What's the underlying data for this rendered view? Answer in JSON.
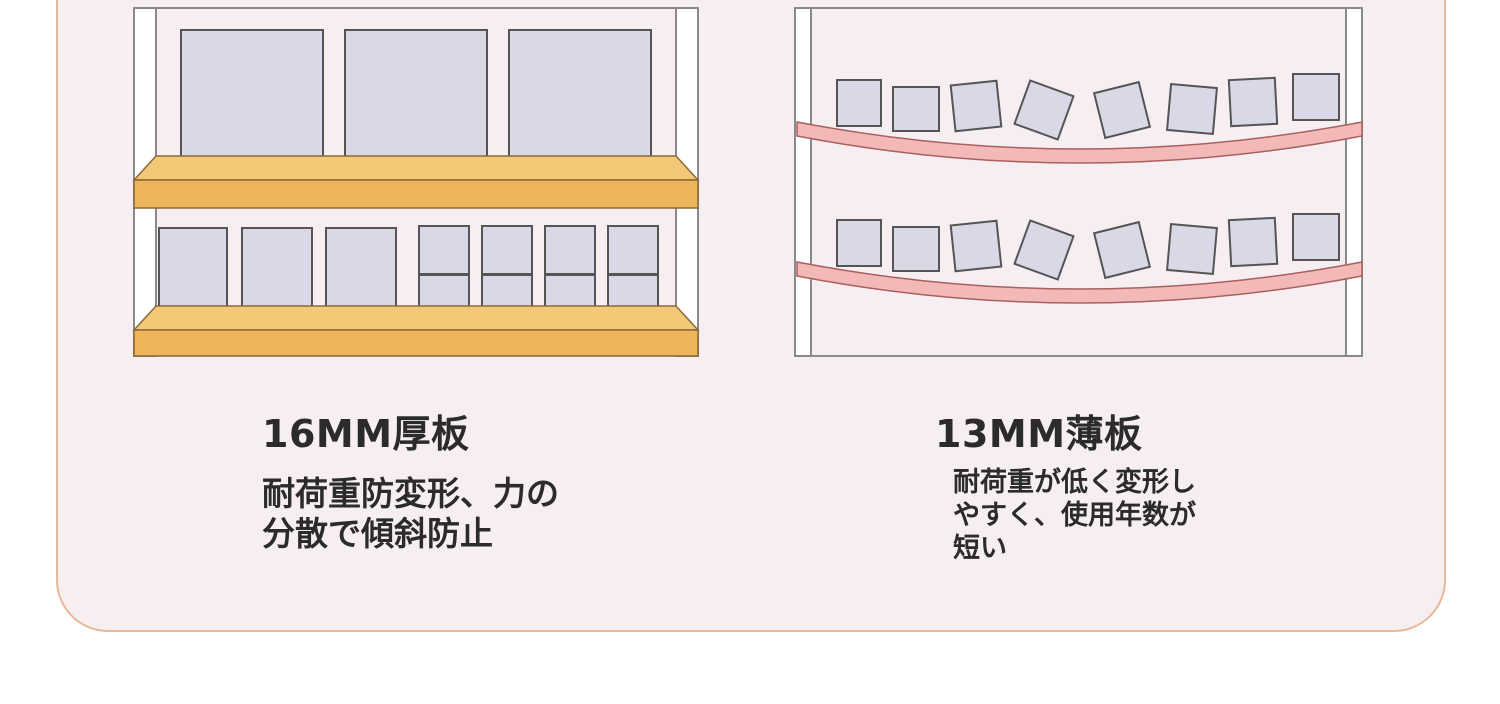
{
  "colors": {
    "panel_bg": "#f6eef1",
    "panel_border": "#e7b89a",
    "thick_board": "#edb45a",
    "thin_board": "#f3b9b9",
    "box_fill": "#d9d8e6",
    "frame": "#8a8a8a"
  },
  "left": {
    "title": "16MM厚板",
    "description": "耐荷重防変形、力の分散で傾斜防止"
  },
  "right": {
    "title": "13MM薄板",
    "description": "耐荷重が低く変形しやすく、使用年数が短い"
  }
}
